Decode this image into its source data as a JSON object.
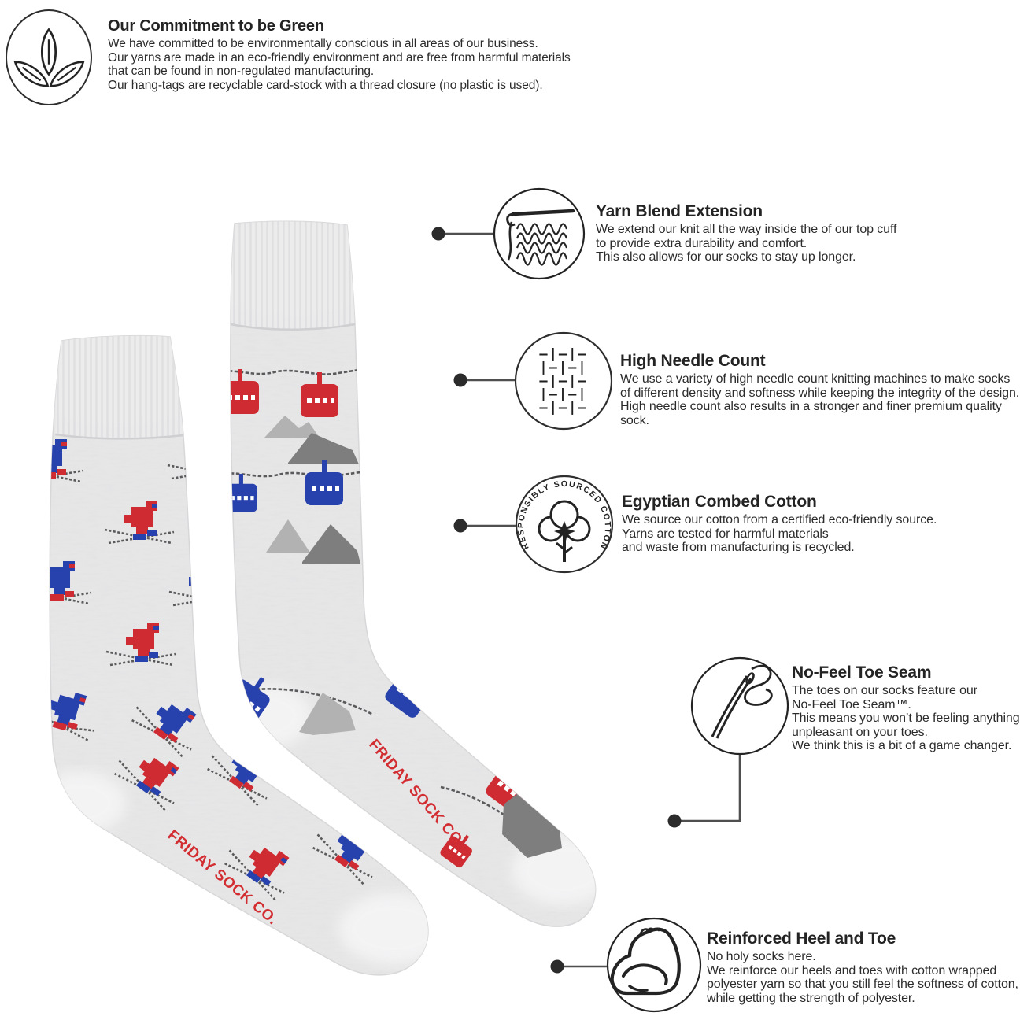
{
  "commitment": {
    "title": "Our Commitment to be Green",
    "lines": [
      "We have committed to be environmentally conscious in all areas of our business.",
      "Our yarns are made in an eco-friendly environment and are free from harmful materials",
      "that can be found in non-regulated manufacturing.",
      "Our hang-tags are recyclable card-stock with a thread closure (no plastic is used)."
    ]
  },
  "features": [
    {
      "id": "yarn-blend-extension",
      "title": "Yarn Blend Extension",
      "lines": [
        "We extend our knit all the way inside the of our top cuff",
        "to provide extra durability and comfort.",
        "This also allows for our socks to stay up longer."
      ]
    },
    {
      "id": "high-needle-count",
      "title": "High Needle Count",
      "lines": [
        "We use a variety of high needle count knitting machines to make socks",
        "of different density and softness while keeping the integrity of the design.",
        "High needle count also results in a stronger and finer premium quality sock."
      ],
      "icon_rows": [
        "–|–|–",
        "|–|–|",
        "–|–|–",
        "|–|–|",
        "–|–|–"
      ]
    },
    {
      "id": "egyptian-combed-cotton",
      "title": "Egyptian Combed Cotton",
      "badge": "RESPONSIBLY SOURCED COTTON",
      "lines": [
        "We source our cotton from a certified eco-friendly source.",
        "Yarns are tested for harmful materials",
        "and waste from manufacturing is recycled."
      ]
    },
    {
      "id": "no-feel-toe-seam",
      "title": "No-Feel Toe Seam",
      "lines": [
        "The toes on our socks feature our",
        "No-Feel Toe Seam™.",
        "This means you won’t be feeling anything",
        "unpleasant on your toes.",
        "We think this is a bit of a game changer."
      ]
    },
    {
      "id": "reinforced-heel-and-toe",
      "title": "Reinforced Heel and Toe",
      "lines": [
        "No holy socks here.",
        "We reinforce our heels and toes with cotton wrapped",
        "polyester yarn so that you still feel the softness of cotton,",
        "while getting the strength of polyester."
      ]
    }
  ],
  "socks": {
    "brand": "FRIDAY SOCK CO.",
    "left_sock_pattern": "skiers",
    "right_sock_pattern": "ski gondolas and mountains"
  },
  "colors": {
    "sock_grey": "#e8e8e9",
    "pattern_red": "#ce2b33",
    "pattern_blue": "#2741ad",
    "mountain_light": "#b2b2b3",
    "mountain_dark": "#7e7e7f",
    "cable_grey": "#5a5a5c",
    "brand_red": "#d22d31",
    "ink": "#232323",
    "connector": "#4f4f4f"
  }
}
